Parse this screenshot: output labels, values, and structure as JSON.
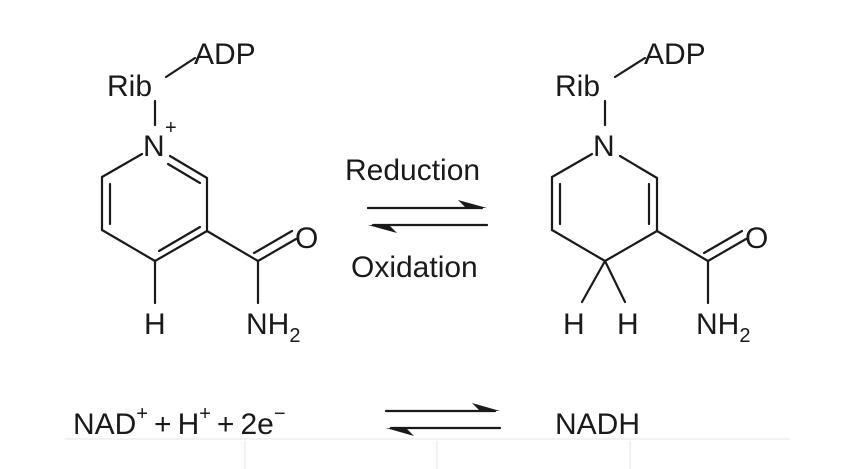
{
  "oxidized": {
    "rib": "Rib",
    "adp": "ADP",
    "n": "N",
    "charge": "+",
    "h": "H",
    "o": "O",
    "nh": "NH",
    "nh_sub": "2"
  },
  "reduced": {
    "rib": "Rib",
    "adp": "ADP",
    "n": "N",
    "h1": "H",
    "h2": "H",
    "o": "O",
    "nh": "NH",
    "nh_sub": "2"
  },
  "arrows": {
    "forward_label": "Reduction",
    "reverse_label": "Oxidation"
  },
  "equation": {
    "nad": "NAD",
    "nad_charge": "+",
    "plus1": "+",
    "h": "H",
    "h_charge": "+",
    "plus2": "+",
    "electrons": "2e",
    "electron_charge": "−",
    "product": "NADH"
  }
}
